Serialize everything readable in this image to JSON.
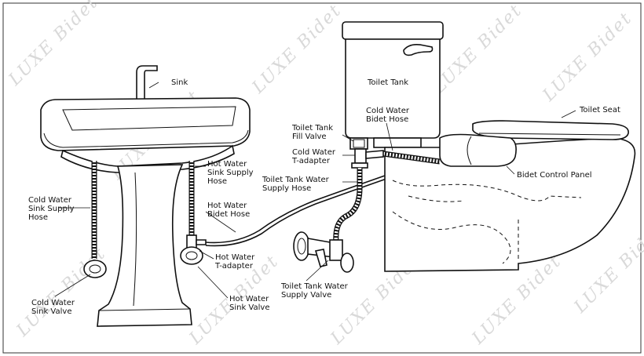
{
  "watermark": "LUXE Bidet",
  "labels": {
    "sink": "Sink",
    "toilet_tank": "Toilet Tank",
    "toilet_seat": "Toilet Seat",
    "cold_water_bidet_hose": [
      "Cold Water",
      "Bidet Hose"
    ],
    "toilet_tank_fill_valve": [
      "Toilet Tank",
      "Fill Valve"
    ],
    "cold_water_t_adapter": [
      "Cold Water",
      "T-adapter"
    ],
    "toilet_tank_water_supply_hose": [
      "Toilet Tank Water",
      "Supply Hose"
    ],
    "bidet_control_panel": "Bidet Control Panel",
    "hot_water_sink_supply_hose": [
      "Hot Water",
      "Sink Supply",
      "Hose"
    ],
    "hot_water_bidet_hose": [
      "Hot Water",
      "Bidet Hose"
    ],
    "cold_water_sink_supply_hose": [
      "Cold Water",
      "Sink Supply",
      "Hose"
    ],
    "hot_water_t_adapter": [
      "Hot Water",
      "T-adapter"
    ],
    "cold_water_sink_valve": [
      "Cold Water",
      "Sink Valve"
    ],
    "hot_water_sink_valve": [
      "Hot Water",
      "Sink Valve"
    ],
    "toilet_tank_water_supply_valve": [
      "Toilet Tank Water",
      "Supply Valve"
    ]
  }
}
